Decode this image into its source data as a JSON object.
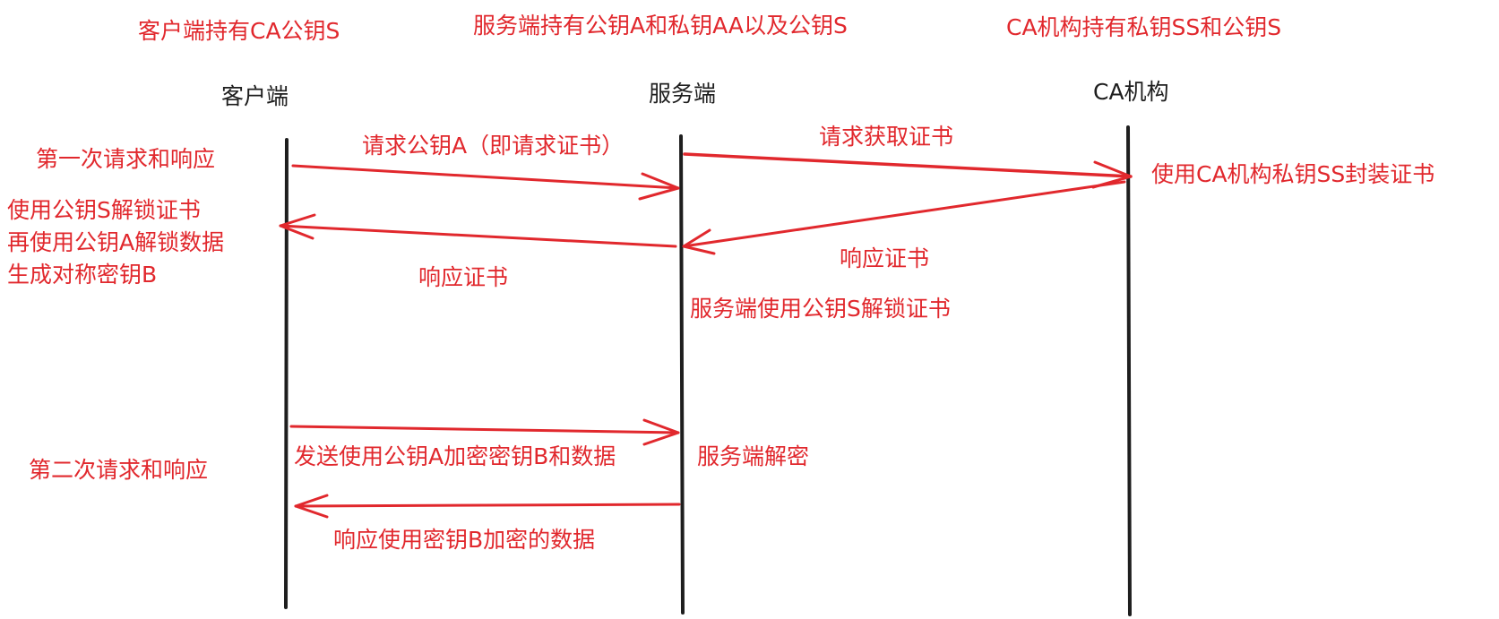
{
  "colors": {
    "ink": "#1e1e1e",
    "accent": "#e1282d",
    "background": "#ffffff"
  },
  "header": {
    "client_holds": "客户端持有CA公钥S",
    "server_holds": "服务端持有公钥A和私钥AA以及公钥S",
    "ca_holds": "CA机构持有私钥SS和公钥S"
  },
  "lifelines": {
    "client": "客户端",
    "server": "服务端",
    "ca": "CA机构"
  },
  "phases": {
    "first": "第一次请求和响应",
    "second": "第二次请求和响应"
  },
  "messages": {
    "request_pubkey": "请求公钥A（即请求证书）",
    "request_cert": "请求获取证书",
    "ca_response_cert": "响应证书",
    "server_response_cert": "响应证书",
    "send_encrypted": "发送使用公钥A加密密钥B和数据",
    "response_encrypted": "响应使用密钥B加密的数据"
  },
  "notes": {
    "ca_sign": "使用CA机构私钥SS封装证书",
    "server_verify": "服务端使用公钥S解锁证书",
    "client_steps": [
      "使用公钥S解锁证书",
      "再使用公钥A解锁数据",
      "生成对称密钥B"
    ],
    "server_decrypt": "服务端解密"
  }
}
